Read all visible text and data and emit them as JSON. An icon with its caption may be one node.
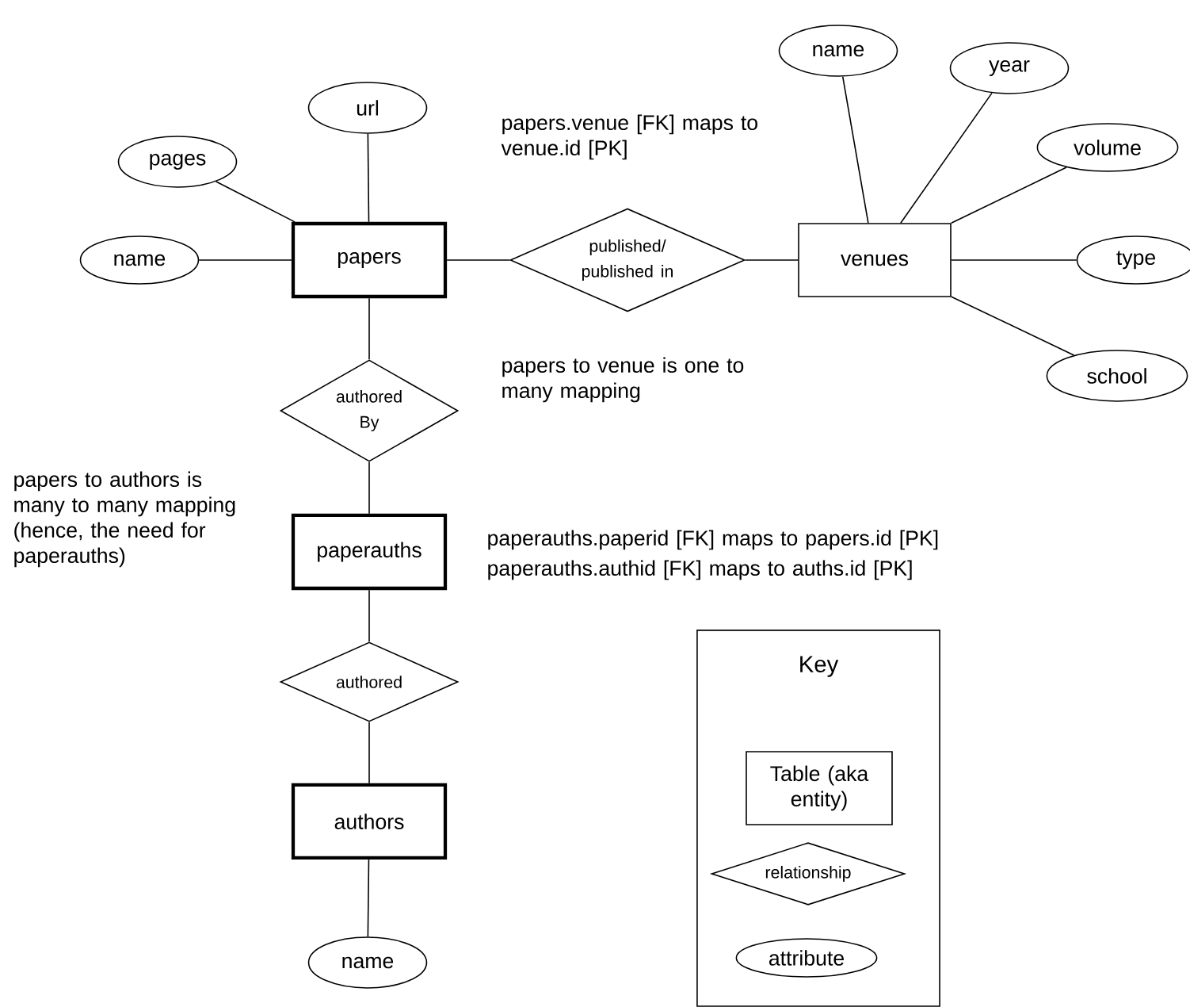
{
  "diagram": {
    "nodes": [
      {
        "text": [
          "papers"
        ]
      },
      {
        "text": [
          "name"
        ]
      },
      {
        "text": [
          "pages"
        ]
      },
      {
        "text": [
          "url"
        ]
      },
      {
        "text": [
          "published/ published in"
        ]
      },
      {
        "text": [
          "venues"
        ]
      },
      {
        "text": [
          "name"
        ]
      },
      {
        "text": [
          "year"
        ]
      },
      {
        "text": [
          "volume"
        ]
      },
      {
        "text": [
          "type"
        ]
      },
      {
        "text": [
          "school"
        ]
      },
      {
        "text": [
          "authored By"
        ]
      },
      {
        "text": [
          "paperauths"
        ]
      },
      {
        "text": [
          "authored"
        ]
      },
      {
        "text": [
          "authors"
        ]
      },
      {
        "text": [
          "name"
        ]
      },
      {
        "text": [
          "Key"
        ]
      },
      {
        "text": [
          "Table (aka entity)"
        ],
        "in": 16
      },
      {
        "text": [
          "relationship"
        ],
        "in": 16
      },
      {
        "text": [
          "attribute"
        ],
        "in": 16
      }
    ],
    "edges": [
      {
        "from": 1,
        "to": 0,
        "arrow": "none"
      },
      {
        "from": 2,
        "to": 0,
        "arrow": "none"
      },
      {
        "from": 3,
        "to": 0,
        "arrow": "none"
      },
      {
        "from": 0,
        "to": 4,
        "arrow": "none"
      },
      {
        "from": 4,
        "to": 5,
        "arrow": "none"
      },
      {
        "from": 6,
        "to": 5,
        "arrow": "none"
      },
      {
        "from": 7,
        "to": 5,
        "arrow": "none"
      },
      {
        "from": 8,
        "to": 5,
        "arrow": "none"
      },
      {
        "from": 9,
        "to": 5,
        "arrow": "none"
      },
      {
        "from": 10,
        "to": 5,
        "arrow": "none"
      },
      {
        "from": 0,
        "to": 11,
        "arrow": "none"
      },
      {
        "from": 11,
        "to": 12,
        "arrow": "none"
      },
      {
        "from": 12,
        "to": 13,
        "arrow": "none"
      },
      {
        "from": 13,
        "to": 14,
        "arrow": "none"
      },
      {
        "from": 14,
        "to": 15,
        "arrow": "none"
      }
    ],
    "labels": [
      "papers.venue [FK] maps to venue.id [PK]",
      "papers to venue is one to many mapping",
      "papers to authors is many to many mapping (hence, the need for paperauths)",
      "paperauths.paperid [FK] maps to papers.id [PK]",
      "paperauths.authid [FK] maps to auths.id [PK]"
    ]
  }
}
